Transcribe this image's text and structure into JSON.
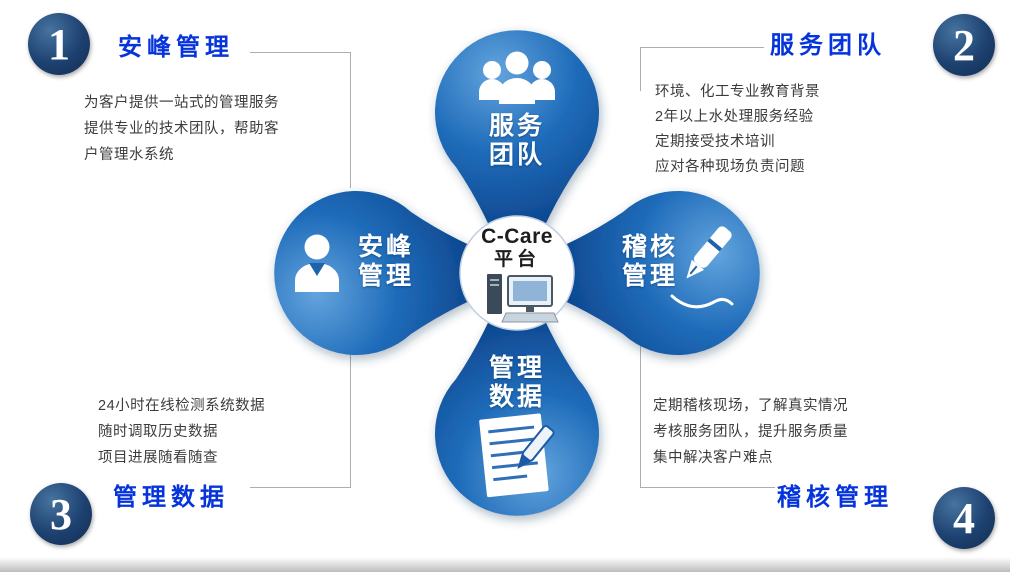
{
  "center": {
    "line1": "C-Care",
    "line2": "平台",
    "icon": "desktop-computer-icon"
  },
  "petals": {
    "top": {
      "line1": "服务",
      "line2": "团队",
      "icon": "team-people-icon"
    },
    "left": {
      "line1": "安峰",
      "line2": "管理",
      "icon": "person-icon"
    },
    "right": {
      "line1": "稽核",
      "line2": "管理",
      "icon": "pen-icon"
    },
    "bottom": {
      "line1": "管理",
      "line2": "数据",
      "icon": "document-pen-icon"
    }
  },
  "sections": [
    {
      "number": "1",
      "title": "安峰管理",
      "lines": [
        "为客户提供一站式的管理服务",
        "提供专业的技术团队，帮助客",
        "户管理水系统"
      ]
    },
    {
      "number": "2",
      "title": "服务团队",
      "lines": [
        "环境、化工专业教育背景",
        "2年以上水处理服务经验",
        "定期接受技术培训",
        "应对各种现场负责问题"
      ]
    },
    {
      "number": "3",
      "title": "管理数据",
      "lines": [
        "24小时在线检测系统数据",
        "随时调取历史数据",
        "项目进展随看随查"
      ]
    },
    {
      "number": "4",
      "title": "稽核管理",
      "lines": [
        "定期稽核现场，了解真实情况",
        "考核服务团队，提升服务质量",
        "集中解决客户难点"
      ]
    }
  ],
  "colors": {
    "petal_blue": "#1f6cba",
    "petal_dark": "#0a3f86",
    "heading_blue": "#0534dc",
    "badge_navy": "#1d4170",
    "body_text": "#3c3c3c"
  }
}
